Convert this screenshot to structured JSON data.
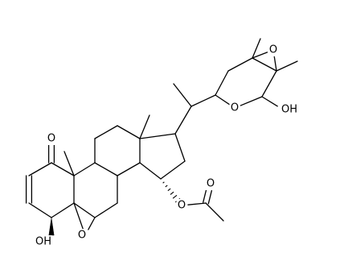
{
  "atoms": [
    {
      "id": "C1",
      "el": "C"
    },
    {
      "id": "O1",
      "el": "O",
      "label": "O"
    },
    {
      "id": "C2",
      "el": "C"
    },
    {
      "id": "C3",
      "el": "C"
    },
    {
      "id": "C4",
      "el": "C"
    },
    {
      "id": "O4",
      "el": "O",
      "label": "OH"
    },
    {
      "id": "C5",
      "el": "C"
    },
    {
      "id": "C6",
      "el": "C"
    },
    {
      "id": "Oep1",
      "el": "O",
      "label": "O"
    },
    {
      "id": "C7",
      "el": "C"
    },
    {
      "id": "C8",
      "el": "C"
    },
    {
      "id": "C9",
      "el": "C"
    },
    {
      "id": "C10",
      "el": "C"
    },
    {
      "id": "C19",
      "el": "C"
    },
    {
      "id": "C11",
      "el": "C"
    },
    {
      "id": "C12",
      "el": "C"
    },
    {
      "id": "C13",
      "el": "C"
    },
    {
      "id": "C18",
      "el": "C"
    },
    {
      "id": "C14",
      "el": "C"
    },
    {
      "id": "C15",
      "el": "C"
    },
    {
      "id": "C16",
      "el": "C"
    },
    {
      "id": "C17",
      "el": "C"
    },
    {
      "id": "Oac",
      "el": "O",
      "label": "O"
    },
    {
      "id": "Cac",
      "el": "C"
    },
    {
      "id": "Oac2",
      "el": "O",
      "label": "O"
    },
    {
      "id": "Cme",
      "el": "C"
    },
    {
      "id": "C20",
      "el": "C"
    },
    {
      "id": "C21",
      "el": "C"
    },
    {
      "id": "C22",
      "el": "C"
    },
    {
      "id": "C23",
      "el": "C"
    },
    {
      "id": "C24",
      "el": "C"
    },
    {
      "id": "C24m",
      "el": "C"
    },
    {
      "id": "C25",
      "el": "C"
    },
    {
      "id": "C25m",
      "el": "C"
    },
    {
      "id": "Oep2",
      "el": "O",
      "label": "O"
    },
    {
      "id": "O22",
      "el": "O",
      "label": "O"
    },
    {
      "id": "C26",
      "el": "C"
    },
    {
      "id": "O26",
      "el": "O",
      "label": "OH"
    }
  ],
  "bonds": [
    {
      "a": "C1",
      "b": "O1",
      "order": 2
    },
    {
      "a": "C1",
      "b": "C2",
      "order": 1
    },
    {
      "a": "C2",
      "b": "C3",
      "order": 2
    },
    {
      "a": "C3",
      "b": "C4",
      "order": 1
    },
    {
      "a": "C4",
      "b": "C5",
      "order": 1
    },
    {
      "a": "C4",
      "b": "O4",
      "order": 1,
      "stereo": "wedge"
    },
    {
      "a": "C5",
      "b": "C10",
      "order": 1
    },
    {
      "a": "C10",
      "b": "C1",
      "order": 1
    },
    {
      "a": "C5",
      "b": "C6",
      "order": 1
    },
    {
      "a": "C5",
      "b": "Oep1",
      "order": 1
    },
    {
      "a": "C6",
      "b": "Oep1",
      "order": 1
    },
    {
      "a": "C6",
      "b": "C7",
      "order": 1
    },
    {
      "a": "C7",
      "b": "C8",
      "order": 1
    },
    {
      "a": "C8",
      "b": "C9",
      "order": 1
    },
    {
      "a": "C9",
      "b": "C10",
      "order": 1
    },
    {
      "a": "C10",
      "b": "C19",
      "order": 1
    },
    {
      "a": "C9",
      "b": "C11",
      "order": 1
    },
    {
      "a": "C11",
      "b": "C12",
      "order": 1
    },
    {
      "a": "C12",
      "b": "C13",
      "order": 1
    },
    {
      "a": "C13",
      "b": "C14",
      "order": 1
    },
    {
      "a": "C14",
      "b": "C8",
      "order": 1
    },
    {
      "a": "C13",
      "b": "C18",
      "order": 1
    },
    {
      "a": "C14",
      "b": "C15",
      "order": 1
    },
    {
      "a": "C15",
      "b": "C16",
      "order": 1
    },
    {
      "a": "C16",
      "b": "C17",
      "order": 1
    },
    {
      "a": "C17",
      "b": "C13",
      "order": 1
    },
    {
      "a": "C15",
      "b": "Oac",
      "order": 1,
      "stereo": "hash"
    },
    {
      "a": "Oac",
      "b": "Cac",
      "order": 1
    },
    {
      "a": "Cac",
      "b": "Oac2",
      "order": 2
    },
    {
      "a": "Cac",
      "b": "Cme",
      "order": 1
    },
    {
      "a": "C17",
      "b": "C20",
      "order": 1
    },
    {
      "a": "C20",
      "b": "C21",
      "order": 1
    },
    {
      "a": "C20",
      "b": "C22",
      "order": 1
    },
    {
      "a": "C22",
      "b": "C23",
      "order": 1
    },
    {
      "a": "C23",
      "b": "C24",
      "order": 1
    },
    {
      "a": "C24",
      "b": "C25",
      "order": 1
    },
    {
      "a": "C24",
      "b": "Oep2",
      "order": 1
    },
    {
      "a": "C25",
      "b": "Oep2",
      "order": 1
    },
    {
      "a": "C24",
      "b": "C24m",
      "order": 1
    },
    {
      "a": "C25",
      "b": "C25m",
      "order": 1
    },
    {
      "a": "C25",
      "b": "C26",
      "order": 1
    },
    {
      "a": "C26",
      "b": "O22",
      "order": 1
    },
    {
      "a": "O22",
      "b": "C22",
      "order": 1
    },
    {
      "a": "C26",
      "b": "O26",
      "order": 1
    }
  ],
  "stereo_labels": {
    "h_count": 0
  }
}
